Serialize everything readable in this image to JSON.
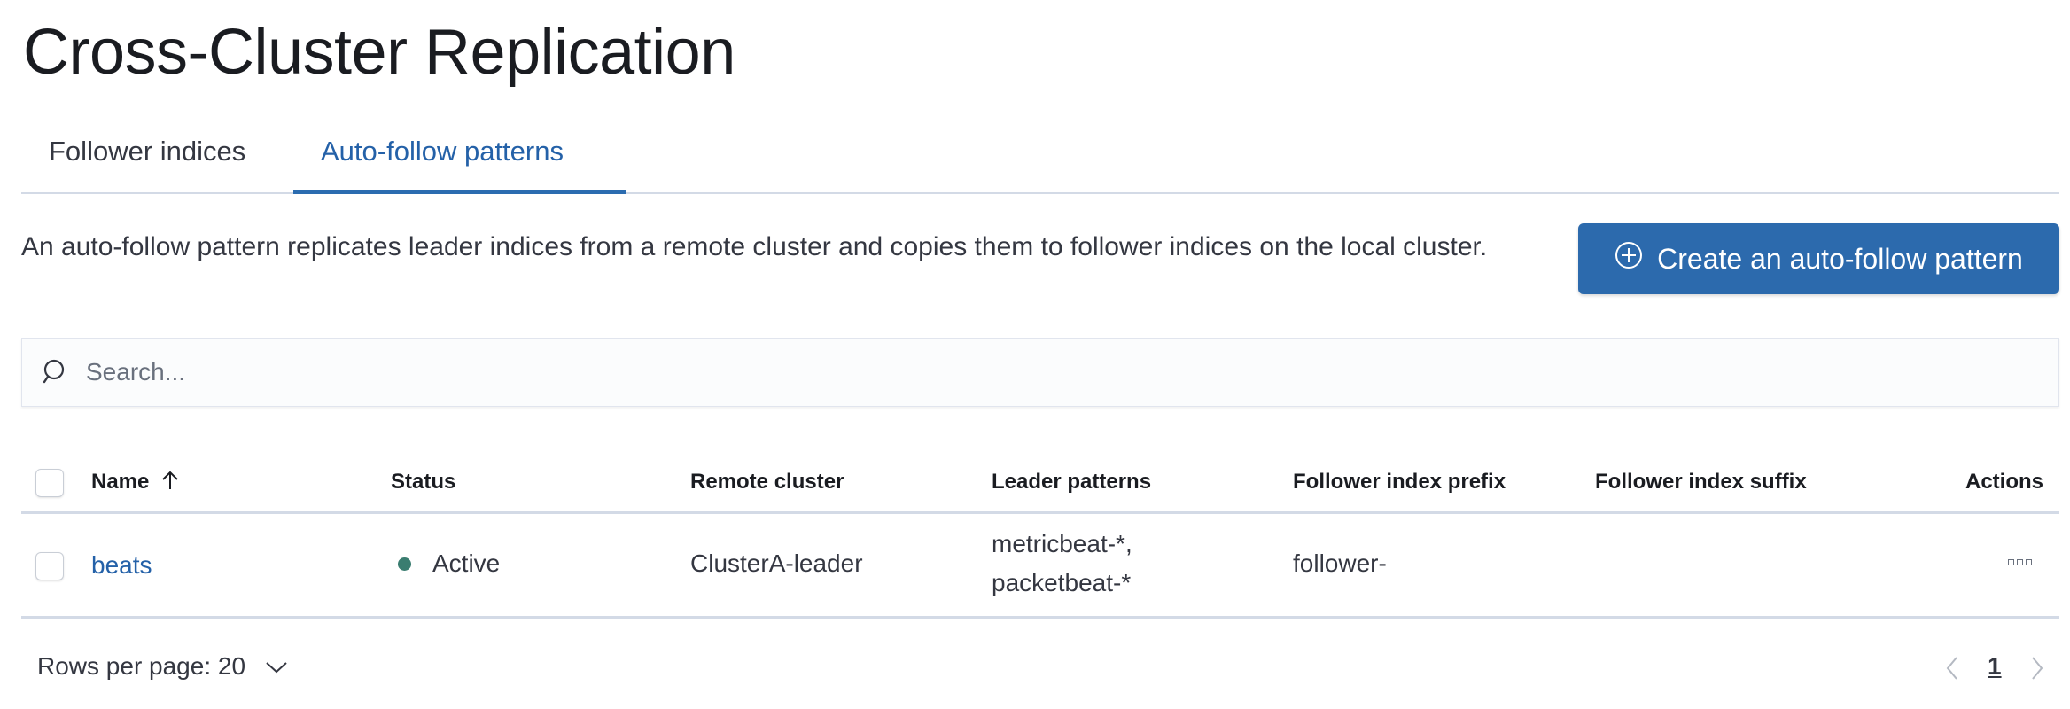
{
  "page": {
    "title": "Cross-Cluster Replication"
  },
  "tabs": [
    {
      "label": "Follower indices",
      "active": false
    },
    {
      "label": "Auto-follow patterns",
      "active": true
    }
  ],
  "description": "An auto-follow pattern replicates leader indices from a remote cluster and copies them to follower indices on the local cluster.",
  "create_button": {
    "label": "Create an auto-follow pattern",
    "icon": "plus-in-circle-icon"
  },
  "search": {
    "placeholder": "Search...",
    "value": "",
    "icon": "search-icon"
  },
  "table": {
    "columns": [
      "Name",
      "Status",
      "Remote cluster",
      "Leader patterns",
      "Follower index prefix",
      "Follower index suffix",
      "Actions"
    ],
    "sort": {
      "column": "Name",
      "direction": "ascending"
    },
    "rows": [
      {
        "name": "beats",
        "status": "Active",
        "remote_cluster": "ClusterA-leader",
        "leader_patterns": [
          "metricbeat-*,",
          "packetbeat-*"
        ],
        "follower_prefix": "follower-",
        "follower_suffix": ""
      }
    ]
  },
  "pagination": {
    "rows_per_page_label": "Rows per page: 20",
    "current_page": "1"
  },
  "colors": {
    "accent": "#2c6aad",
    "link": "#2461a8",
    "status_active": "#3a7d70",
    "border": "#d3dae6"
  }
}
